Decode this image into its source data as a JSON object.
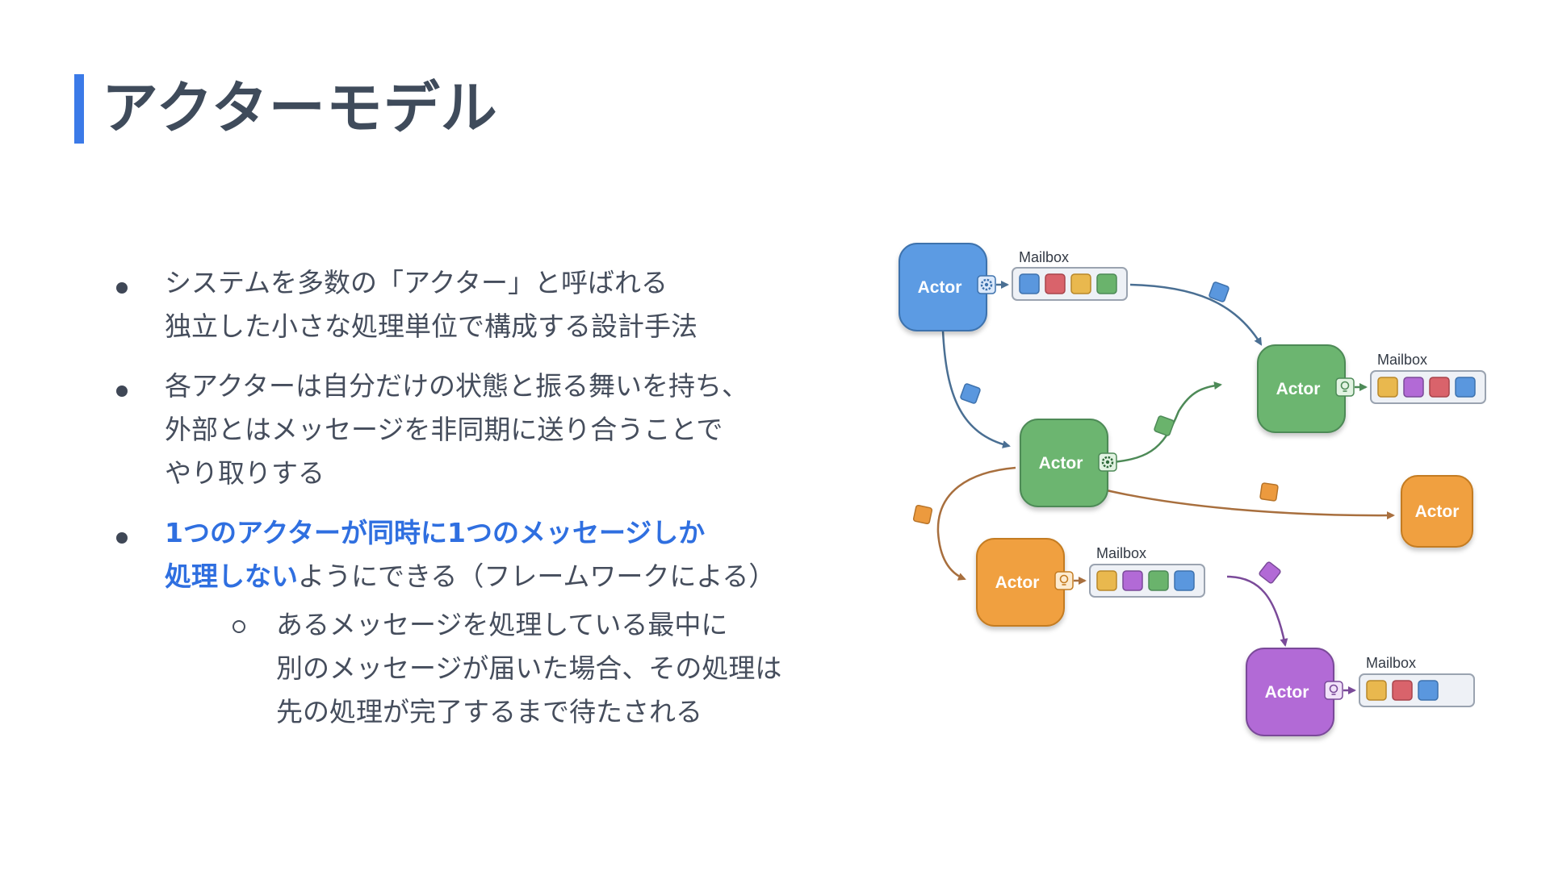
{
  "title": "アクターモデル",
  "bullets": [
    {
      "lines": [
        "システムを多数の「アクター」と呼ばれる",
        "独立した小さな処理単位で構成する設計手法"
      ]
    },
    {
      "lines": [
        "各アクターは自分だけの状態と振る舞いを持ち、",
        "外部とはメッセージを非同期に送り合うことで",
        "やり取りする"
      ]
    },
    {
      "highlight_line1": "1つのアクターが同時に1つのメッセージしか",
      "highlight_line2": "処理しない",
      "rest_line2": "ようにできる（フレームワークによる）",
      "sub": {
        "lines": [
          "あるメッセージを処理している最中に",
          "別のメッセージが届いた場合、その処理は",
          "先の処理が完了するまで待たされる"
        ]
      }
    }
  ],
  "diagram": {
    "actor_label": "Actor",
    "mailbox_label": "Mailbox",
    "colors": {
      "blue": "#5b9be3",
      "green": "#6cb56f",
      "orange": "#f0a040",
      "purple": "#b26ad6",
      "msg_blue": "#5a97de",
      "msg_red": "#d9636b",
      "msg_yellow": "#e9b84e",
      "msg_green": "#6ab36c",
      "msg_purple": "#b26ad6",
      "msg_orange": "#ec9a3e"
    },
    "actors": [
      {
        "id": "a1",
        "color": "blue",
        "icon": "gear-icon"
      },
      {
        "id": "a2",
        "color": "green",
        "icon": "lightbulb-icon"
      },
      {
        "id": "a3",
        "color": "green",
        "icon": "gear-icon"
      },
      {
        "id": "a4",
        "color": "orange",
        "icon": ""
      },
      {
        "id": "a5",
        "color": "orange",
        "icon": "lightbulb-icon"
      },
      {
        "id": "a6",
        "color": "purple",
        "icon": "lightbulb-icon"
      }
    ],
    "mailboxes": [
      {
        "owner": "a1",
        "messages": [
          "msg_blue",
          "msg_red",
          "msg_yellow",
          "msg_green"
        ]
      },
      {
        "owner": "a2",
        "messages": [
          "msg_yellow",
          "msg_purple",
          "msg_red",
          "msg_blue"
        ]
      },
      {
        "owner": "a5",
        "messages": [
          "msg_yellow",
          "msg_purple",
          "msg_green",
          "msg_blue"
        ]
      },
      {
        "owner": "a6",
        "messages": [
          "msg_yellow",
          "msg_red",
          "msg_blue"
        ]
      }
    ]
  }
}
